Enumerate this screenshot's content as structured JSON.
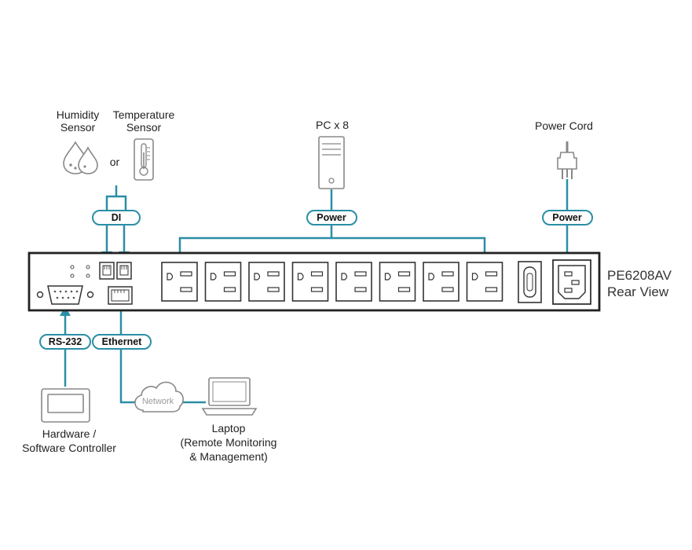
{
  "sensors": {
    "humidity": [
      "Humidity",
      "Sensor"
    ],
    "temperature": [
      "Temperature",
      "Sensor"
    ],
    "or": "or"
  },
  "pc": "PC x 8",
  "power_cord": "Power Cord",
  "labels": {
    "di": "DI",
    "power_outlets": "Power",
    "power_inlet": "Power",
    "rs232": "RS-232",
    "ethernet": "Ethernet",
    "network": "Network"
  },
  "device": {
    "model": "PE6208AV",
    "view": "Rear View",
    "outlets": 8
  },
  "controller": [
    "Hardware /",
    "Software Controller"
  ],
  "laptop": [
    "Laptop",
    "(Remote Monitoring",
    "& Management)"
  ],
  "colors": {
    "cable": "#2b8ea6",
    "outline": "#333333",
    "icon": "#888888"
  }
}
